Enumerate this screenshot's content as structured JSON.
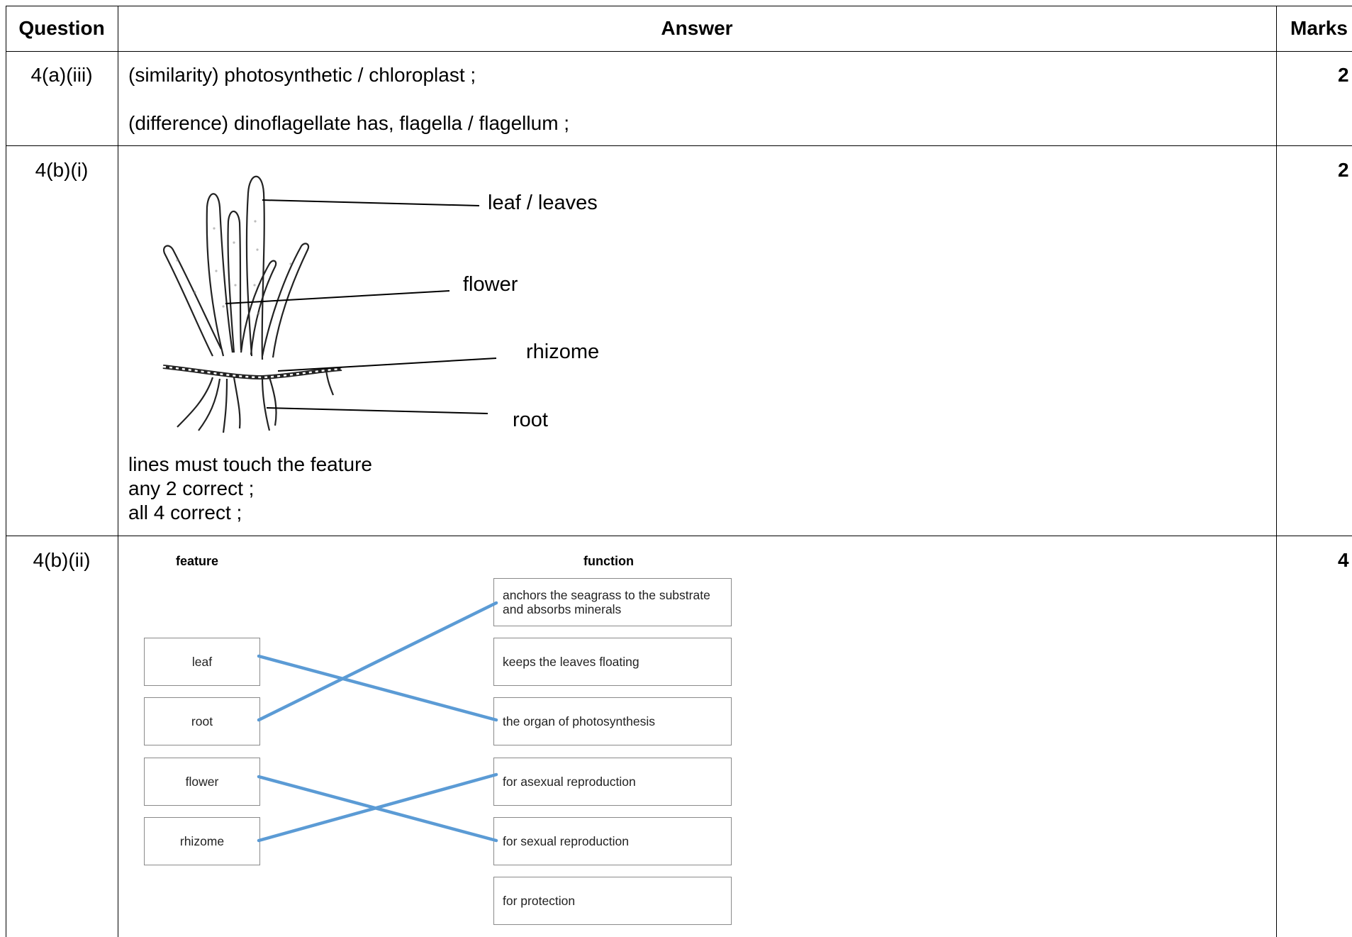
{
  "headers": {
    "question": "Question",
    "answer": "Answer",
    "marks": "Marks"
  },
  "rows": [
    {
      "question": "4(a)(iii)",
      "marks": "2",
      "lines": [
        "(similarity) photosynthetic / chloroplast ;",
        "(difference) dinoflagellate has, flagella / flagellum ;"
      ]
    },
    {
      "question": "4(b)(i)",
      "marks": "2",
      "diagram_labels": [
        "leaf / leaves",
        "flower",
        "rhizome",
        "root"
      ],
      "notes": [
        "lines must touch the feature",
        "any 2 correct ;",
        "all 4 correct ;"
      ]
    },
    {
      "question": "4(b)(ii)",
      "marks": "4",
      "feature_heading": "feature",
      "function_heading": "function",
      "features": [
        "leaf",
        "root",
        "flower",
        "rhizome"
      ],
      "functions": [
        "anchors the seagrass to the substrate and absorbs minerals",
        "keeps the leaves floating",
        "the organ of photosynthesis",
        "for asexual reproduction",
        "for sexual reproduction",
        "for protection"
      ],
      "line_color": "#5b9bd5"
    }
  ]
}
